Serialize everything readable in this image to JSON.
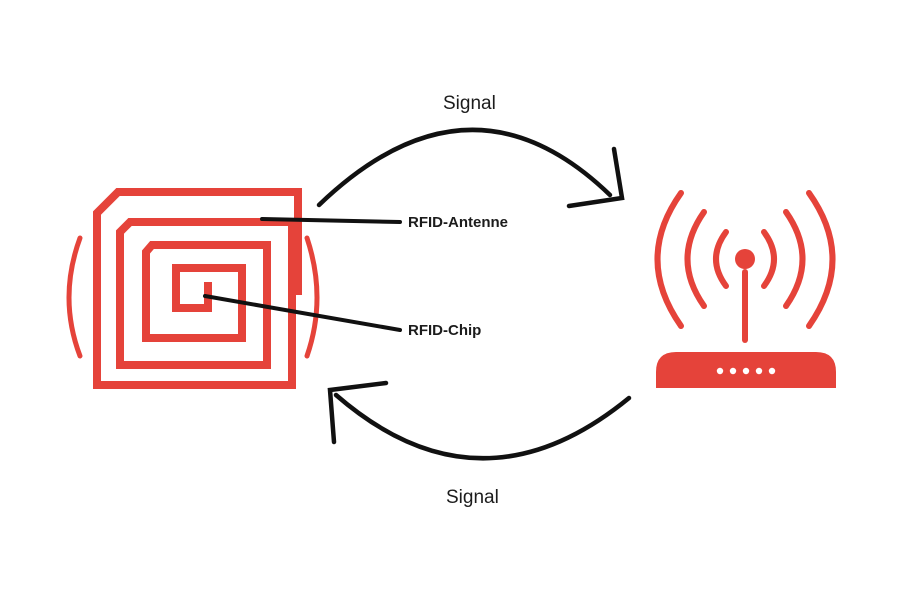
{
  "labels": {
    "signal_top": "Signal",
    "signal_bottom": "Signal",
    "antenna": "RFID-Antenne",
    "chip": "RFID-Chip"
  },
  "colors": {
    "accent": "#e5433a",
    "ink": "#111111",
    "background": "#ffffff"
  },
  "icons": {
    "tag": "rfid-tag-icon",
    "reader": "wifi-router-icon"
  }
}
